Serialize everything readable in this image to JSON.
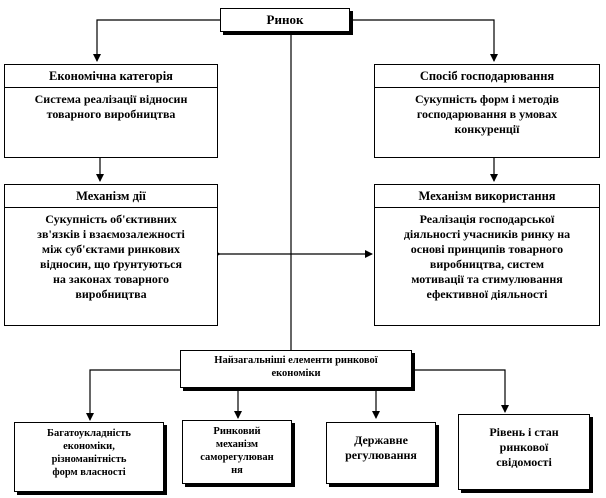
{
  "top": {
    "title": "Ринок"
  },
  "left_top": {
    "header": "Економічна  категорія",
    "body": "Система  реалізації  відносин\nтоварного      виробництва"
  },
  "left_mid": {
    "header": "Механізм   дії",
    "body": "Сукупність    об'єктивних\nзв'язків  і  взаємозалежності\nміж   суб'єктами  ринкових\nвідносин,    що  ґрунтуються\nна    законах   товарного\nвиробництва"
  },
  "right_top": {
    "header": "Спосіб   господарювання",
    "body": "Сукупність    форм  і  методів\nгосподарювання  в  умовах\nконкуренції"
  },
  "right_mid": {
    "header": "Механізм   використання",
    "body": "Реалізація  господарської\nдіяльності  учасників  ринку  на\nоснові  принципів  товарного\nвиробництва,    систем\nмотивації   та   стимулювання\nефективної   діяльності"
  },
  "elements": {
    "title": "Найзагальніші    елементи  ринкової\nекономіки"
  },
  "bottom": [
    {
      "label": "Багатоукладність\nекономіки,\nрізноманітність\nформ   власності"
    },
    {
      "label": "Ринковий\nмеханізм\nсаморегулюван\nня"
    },
    {
      "label": "Державне\nрегулювання"
    },
    {
      "label": "Рівень і  стан\nринкової\nсвідомості"
    }
  ]
}
